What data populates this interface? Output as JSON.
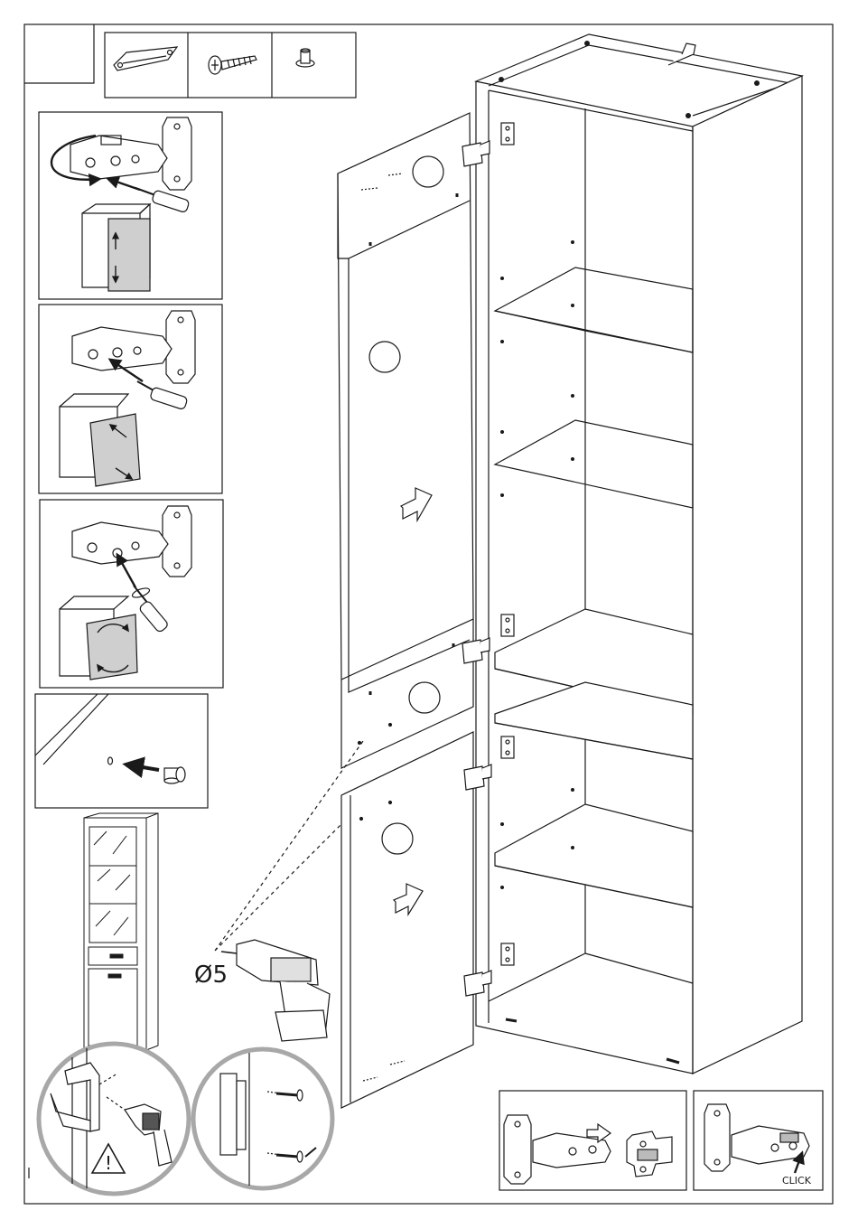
{
  "annotations": {
    "drill_size": "Ø5",
    "click_label": "CLICK",
    "warning_symbol": "!"
  },
  "parts_legend": {
    "items": [
      "handle",
      "screw",
      "plug"
    ]
  },
  "colors": {
    "line": "#1a1a1a",
    "panel_fill": "#cfcfcf",
    "gray_ring": "#a8a8a8"
  }
}
